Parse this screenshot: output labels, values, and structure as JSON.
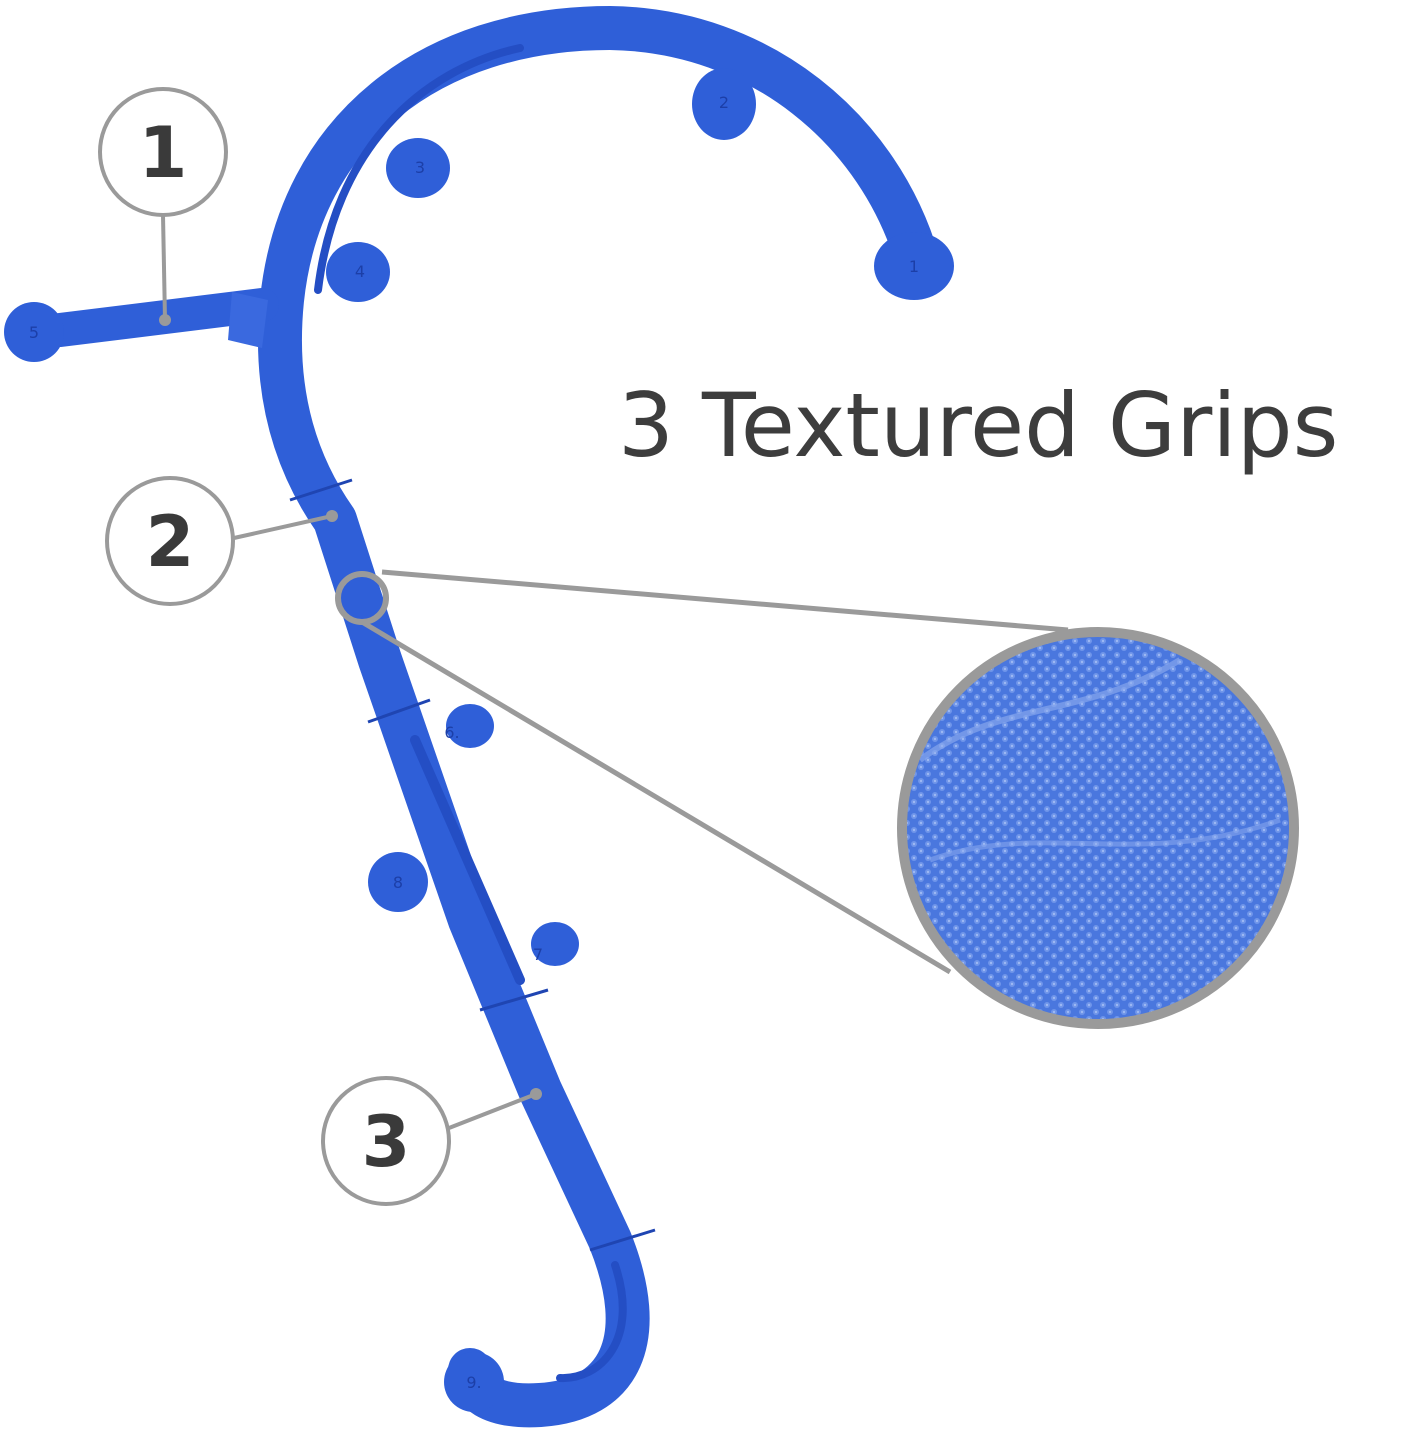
{
  "heading": "3 Textured Grips",
  "callouts": [
    {
      "label": "1"
    },
    {
      "label": "2"
    },
    {
      "label": "3"
    }
  ],
  "knob_labels": [
    "1",
    "2",
    "3",
    "4",
    "5",
    "6.",
    "7",
    "8",
    "9."
  ],
  "colors": {
    "tool_blue": "#2f5fd8",
    "tool_shade": "#244ec4",
    "texture_blue": "#4a77de",
    "callout_gray": "#9a9a9a",
    "heading_gray": "#3d3d3d",
    "background": "#ffffff"
  }
}
